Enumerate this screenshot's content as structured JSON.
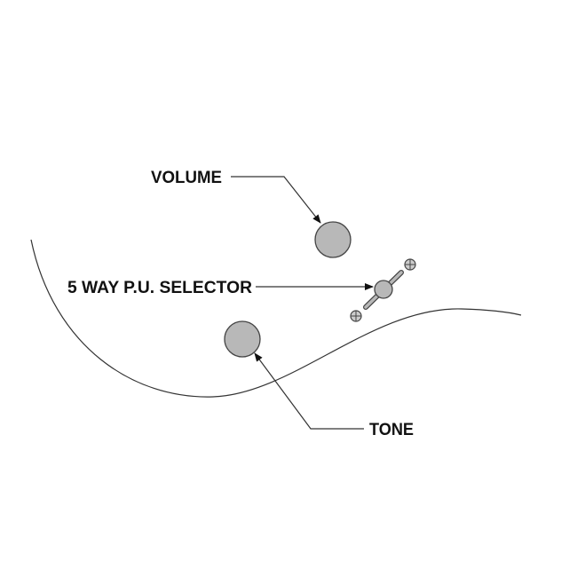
{
  "labels": {
    "volume": "VOLUME",
    "selector": "5 WAY P.U. SELECTOR",
    "tone": "TONE"
  },
  "colors": {
    "knob_fill": "#b8b8b8",
    "line": "#333333",
    "text": "#111111"
  }
}
